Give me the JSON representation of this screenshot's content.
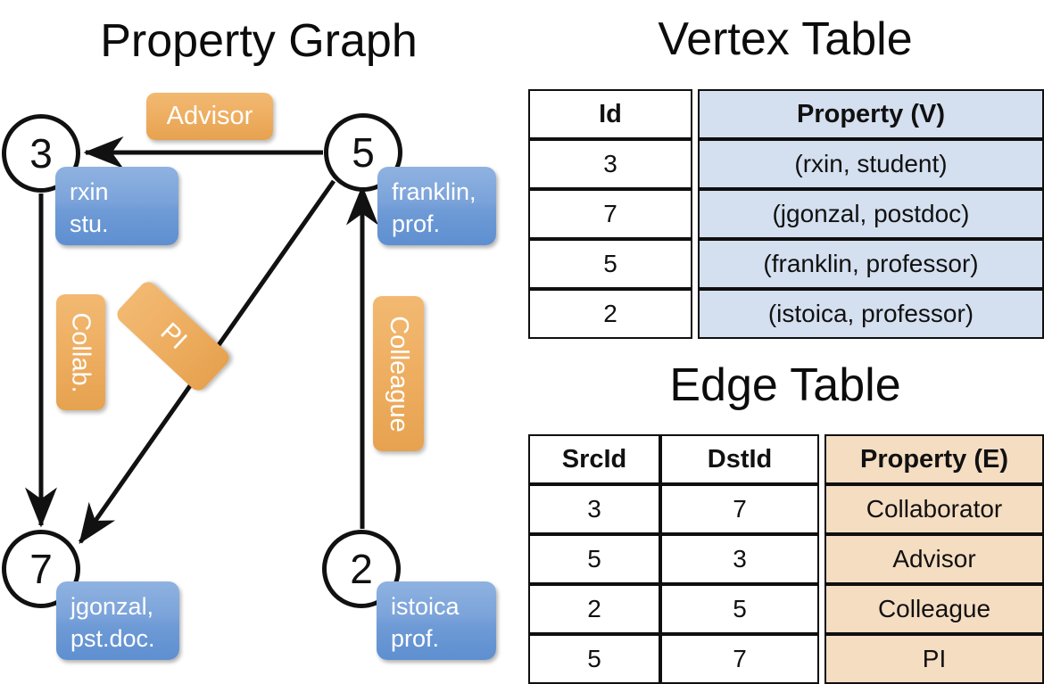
{
  "graph": {
    "title": "Property Graph",
    "nodes": [
      {
        "id": "3",
        "prop_line1": "rxin",
        "prop_line2": "stu."
      },
      {
        "id": "5",
        "prop_line1": "franklin,",
        "prop_line2": "prof."
      },
      {
        "id": "7",
        "prop_line1": "jgonzal,",
        "prop_line2": "pst.doc."
      },
      {
        "id": "2",
        "prop_line1": "istoica",
        "prop_line2": "prof."
      }
    ],
    "edge_labels": {
      "advisor": "Advisor",
      "collab": "Collab.",
      "pi": "PI",
      "colleague": "Colleague"
    },
    "colors": {
      "node_stroke": "#111111",
      "vertex_box": "#7ba3da",
      "edge_box": "#eeae61"
    }
  },
  "vertex_table": {
    "title": "Vertex Table",
    "headers": [
      "Id",
      "Property (V)"
    ],
    "rows": [
      {
        "id": "3",
        "property": "(rxin, student)"
      },
      {
        "id": "7",
        "property": "(jgonzal, postdoc)"
      },
      {
        "id": "5",
        "property": "(franklin, professor)"
      },
      {
        "id": "2",
        "property": "(istoica, professor)"
      }
    ],
    "property_fill": "#d4dfef"
  },
  "edge_table": {
    "title": "Edge Table",
    "headers": [
      "SrcId",
      "DstId",
      "Property (E)"
    ],
    "rows": [
      {
        "src": "3",
        "dst": "7",
        "property": "Collaborator"
      },
      {
        "src": "5",
        "dst": "3",
        "property": "Advisor"
      },
      {
        "src": "2",
        "dst": "5",
        "property": "Colleague"
      },
      {
        "src": "5",
        "dst": "7",
        "property": "PI"
      }
    ],
    "property_fill": "#f5ddc2"
  }
}
